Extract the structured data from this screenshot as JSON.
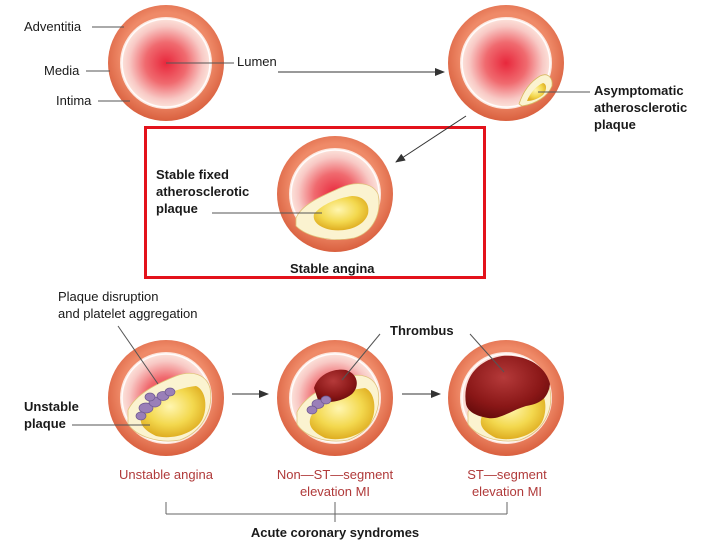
{
  "labels": {
    "adventitia": "Adventitia",
    "media": "Media",
    "intima": "Intima",
    "lumen": "Lumen",
    "asymptomatic": [
      "Asymptomatic",
      "atherosclerotic",
      "plaque"
    ],
    "stable_fixed": [
      "Stable fixed",
      "atherosclerotic",
      "plaque"
    ],
    "stable_angina": "Stable angina",
    "plaque_disruption": [
      "Plaque disruption",
      "and platelet aggregation"
    ],
    "thrombus": "Thrombus",
    "unstable_plaque": [
      "Unstable",
      "plaque"
    ],
    "unstable_angina": "Unstable angina",
    "nstemi": [
      "Non—ST—segment",
      "elevation MI"
    ],
    "stemi": [
      "ST—segment",
      "elevation MI"
    ],
    "acs": "Acute coronary syndromes"
  },
  "colors": {
    "vessel_outer": "#e97b5e",
    "lumen_center": "#e8283c",
    "plaque_fill": "#f2d54a",
    "plaque_cap": "#fbf3d0",
    "thrombus": "#8e1a1a",
    "platelets": "#9a7fb8",
    "highlight_box": "#e3121b",
    "caption_red": "#b03a3a"
  }
}
